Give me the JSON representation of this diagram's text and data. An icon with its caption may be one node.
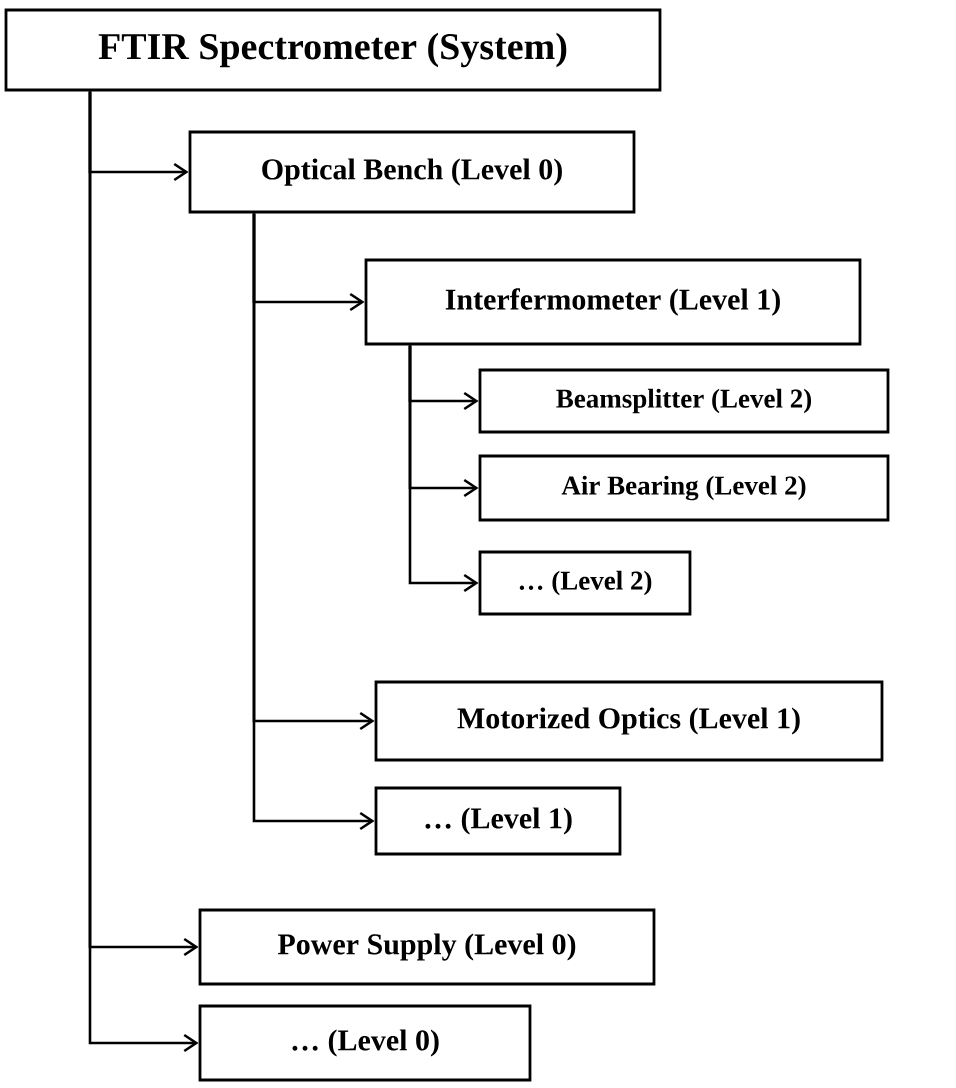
{
  "diagram": {
    "nodes": [
      {
        "text": [
          "FTIR Spectrometer (System)"
        ]
      },
      {
        "text": [
          "Optical Bench (Level 0)"
        ]
      },
      {
        "text": [
          "Interfermometer (Level 1)"
        ]
      },
      {
        "text": [
          "Beamsplitter (Level 2)"
        ]
      },
      {
        "text": [
          "Air Bearing (Level 2)"
        ]
      },
      {
        "text": [
          "… (Level 2)"
        ]
      },
      {
        "text": [
          "Motorized Optics (Level 1)"
        ]
      },
      {
        "text": [
          "… (Level 1)"
        ]
      },
      {
        "text": [
          "Power Supply (Level 0)"
        ]
      },
      {
        "text": [
          "… (Level 0)"
        ]
      }
    ],
    "edges": [
      {
        "from": 0,
        "to": 1,
        "arrow": "to"
      },
      {
        "from": 1,
        "to": 2,
        "arrow": "to"
      },
      {
        "from": 2,
        "to": 3,
        "arrow": "to"
      },
      {
        "from": 2,
        "to": 4,
        "arrow": "to"
      },
      {
        "from": 2,
        "to": 5,
        "arrow": "to"
      },
      {
        "from": 1,
        "to": 6,
        "arrow": "to"
      },
      {
        "from": 1,
        "to": 7,
        "arrow": "to"
      },
      {
        "from": 0,
        "to": 8,
        "arrow": "to"
      },
      {
        "from": 0,
        "to": 9,
        "arrow": "to"
      }
    ]
  }
}
